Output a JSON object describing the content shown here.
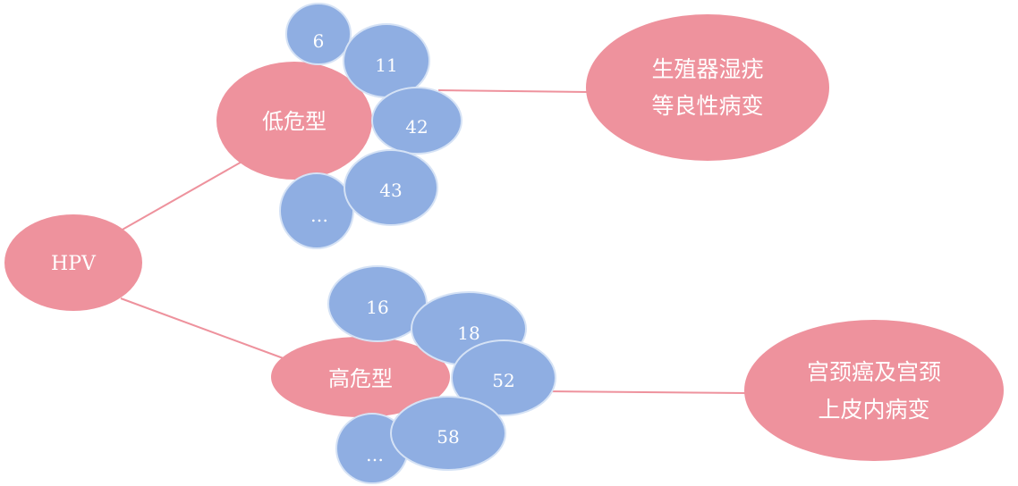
{
  "root": {
    "label": "HPV"
  },
  "groups": [
    {
      "label": "低危型",
      "types": [
        "6",
        "11",
        "42",
        "43",
        "…"
      ],
      "outcome": {
        "line1": "生殖器湿疣",
        "line2": "等良性病变"
      }
    },
    {
      "label": "高危型",
      "types": [
        "16",
        "18",
        "52",
        "58",
        "…"
      ],
      "outcome": {
        "line1": "宫颈癌及宫颈",
        "line2": "上皮内病变"
      }
    }
  ],
  "colors": {
    "pink_node": "#ee929d",
    "blue_node": "#8faee2",
    "blue_stroke": "#d5e2f5",
    "connector": "#ee929d",
    "text": "#ffffff"
  }
}
